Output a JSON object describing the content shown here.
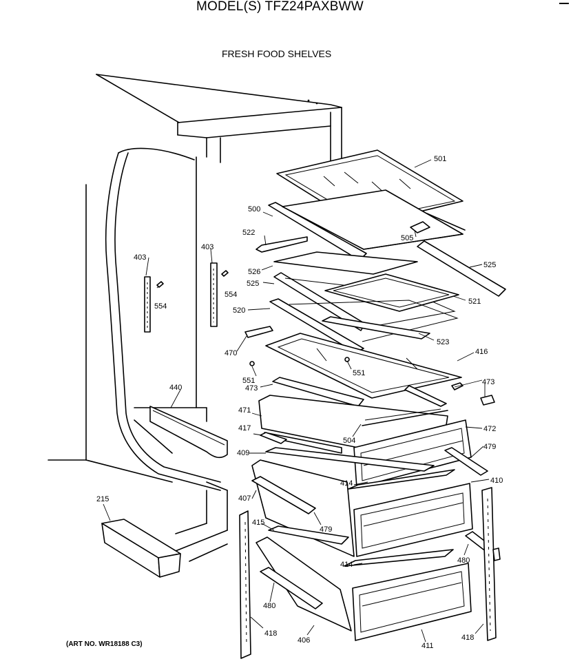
{
  "header": {
    "model_title": "MODEL(S) TFZ24PAXBWW",
    "section_title": "FRESH FOOD SHELVES"
  },
  "footer": {
    "art_no": "(ART NO. WR18188 C3)"
  },
  "callouts": {
    "p501": "501",
    "p500": "500",
    "p505": "505",
    "p522": "522",
    "p525a": "525",
    "p526": "526",
    "p525b": "525",
    "p521": "521",
    "p520": "520",
    "p523": "523",
    "p403a": "403",
    "p554a": "554",
    "p403b": "403",
    "p554b": "554",
    "p470": "470",
    "p416": "416",
    "p551a": "551",
    "p551b": "551",
    "p473a": "473",
    "p473b": "473",
    "p440": "440",
    "p471": "471",
    "p472": "472",
    "p504": "504",
    "p417": "417",
    "p479a": "479",
    "p409": "409",
    "p414a": "414",
    "p410": "410",
    "p407": "407",
    "p479b": "479",
    "p415": "415",
    "p215": "215",
    "p480a": "480",
    "p414b": "414",
    "p480b": "480",
    "p418a": "418",
    "p406": "406",
    "p411": "411",
    "p418b": "418"
  }
}
